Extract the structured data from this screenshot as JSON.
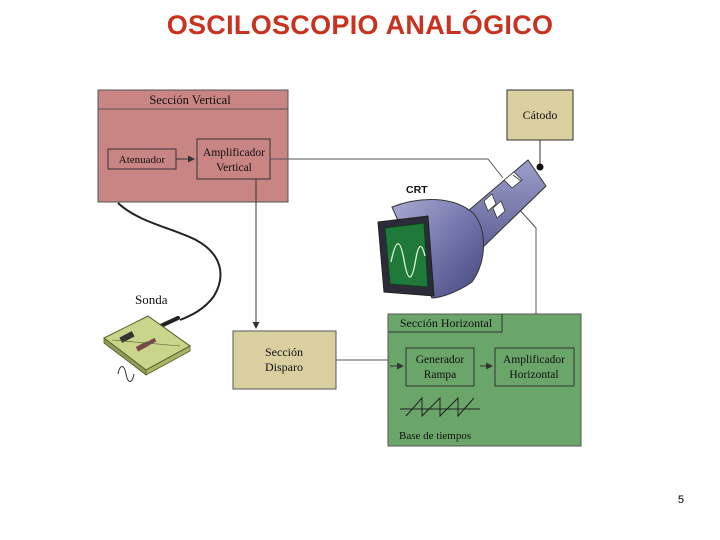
{
  "slide": {
    "title": "OSCILOSCOPIO ANALÓGICO",
    "page_number": "5"
  },
  "colors": {
    "title": "#c8321f",
    "vertical_section": "#c98484",
    "horizontal_section": "#6aa56a",
    "tan_box": "#d9cf9f",
    "crt_body": "#7d7fb0",
    "crt_screen": "#1f7a3a"
  },
  "diagram": {
    "vertical_section": {
      "label": "Sección Vertical",
      "attenuator": "Atenuador",
      "amplifier_line1": "Amplificador",
      "amplifier_line2": "Vertical"
    },
    "cathode": "Cátodo",
    "crt": "CRT",
    "probe": "Sonda",
    "trigger_line1": "Sección",
    "trigger_line2": "Disparo",
    "horizontal_section": {
      "label": "Sección Horizontal",
      "ramp_line1": "Generador",
      "ramp_line2": "Rampa",
      "amp_line1": "Amplificador",
      "amp_line2": "Horizontal",
      "timebase": "Base de tiempos"
    }
  }
}
